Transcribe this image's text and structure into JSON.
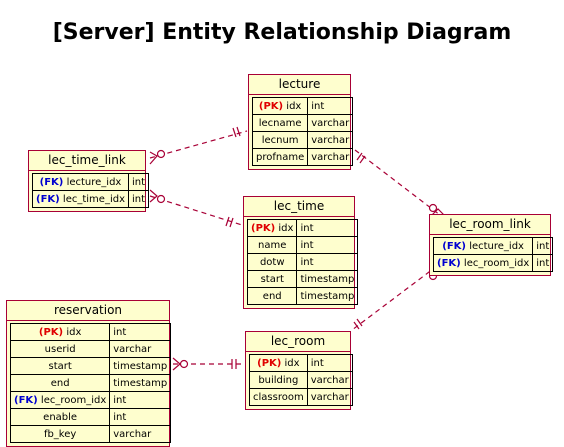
{
  "title": "[Server] Entity Relationship Diagram",
  "colors": {
    "entity_fill": "#FEFECE",
    "entity_border": "#A80036",
    "pk": "#e00000",
    "fk": "#0000d0"
  },
  "entities": {
    "lecture": {
      "name": "lecture",
      "attrs": [
        {
          "key": "(PK)",
          "name": "idx",
          "type": "int"
        },
        {
          "key": "",
          "name": "lecname",
          "type": "varchar"
        },
        {
          "key": "",
          "name": "lecnum",
          "type": "varchar"
        },
        {
          "key": "",
          "name": "profname",
          "type": "varchar"
        }
      ]
    },
    "lec_time_link": {
      "name": "lec_time_link",
      "attrs": [
        {
          "key": "(FK)",
          "name": "lecture_idx",
          "type": "int"
        },
        {
          "key": "(FK)",
          "name": "lec_time_idx",
          "type": "int"
        }
      ]
    },
    "lec_time": {
      "name": "lec_time",
      "attrs": [
        {
          "key": "(PK)",
          "name": "idx",
          "type": "int"
        },
        {
          "key": "",
          "name": "name",
          "type": "int"
        },
        {
          "key": "",
          "name": "dotw",
          "type": "int"
        },
        {
          "key": "",
          "name": "start",
          "type": "timestamp"
        },
        {
          "key": "",
          "name": "end",
          "type": "timestamp"
        }
      ]
    },
    "lec_room_link": {
      "name": "lec_room_link",
      "attrs": [
        {
          "key": "(FK)",
          "name": "lecture_idx",
          "type": "int"
        },
        {
          "key": "(FK)",
          "name": "lec_room_idx",
          "type": "int"
        }
      ]
    },
    "reservation": {
      "name": "reservation",
      "attrs": [
        {
          "key": "(PK)",
          "name": "idx",
          "type": "int"
        },
        {
          "key": "",
          "name": "userid",
          "type": "varchar"
        },
        {
          "key": "",
          "name": "start",
          "type": "timestamp"
        },
        {
          "key": "",
          "name": "end",
          "type": "timestamp"
        },
        {
          "key": "(FK)",
          "name": "lec_room_idx",
          "type": "int"
        },
        {
          "key": "",
          "name": "enable",
          "type": "int"
        },
        {
          "key": "",
          "name": "fb_key",
          "type": "varchar"
        }
      ]
    },
    "lec_room": {
      "name": "lec_room",
      "attrs": [
        {
          "key": "(PK)",
          "name": "idx",
          "type": "int"
        },
        {
          "key": "",
          "name": "building",
          "type": "varchar"
        },
        {
          "key": "",
          "name": "classroom",
          "type": "varchar"
        }
      ]
    }
  },
  "relationships": [
    {
      "from": "lec_time_link",
      "to": "lecture",
      "from_end": "zero-or-many",
      "to_end": "exactly-one"
    },
    {
      "from": "lec_time_link",
      "to": "lec_time",
      "from_end": "zero-or-many",
      "to_end": "exactly-one"
    },
    {
      "from": "lec_room_link",
      "to": "lecture",
      "from_end": "zero-or-many",
      "to_end": "exactly-one"
    },
    {
      "from": "lec_room_link",
      "to": "lec_room",
      "from_end": "zero-or-many",
      "to_end": "exactly-one"
    },
    {
      "from": "reservation",
      "to": "lec_room",
      "from_end": "zero-or-many",
      "to_end": "exactly-one"
    }
  ]
}
